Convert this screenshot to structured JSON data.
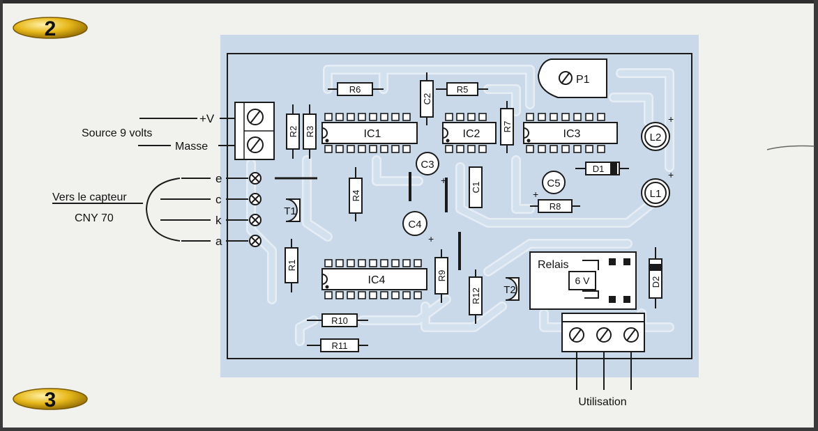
{
  "badges": {
    "step2": "2",
    "step3": "3"
  },
  "labels": {
    "supply": "Source 9 volts",
    "plus_v": "+V",
    "ground": "Masse",
    "sensor_line1": "Vers le capteur",
    "sensor_line2": "CNY 70",
    "pin_e": "e",
    "pin_c": "c",
    "pin_k": "k",
    "pin_a": "a",
    "output": "Utilisation"
  },
  "components": {
    "R1": "R1",
    "R2": "R2",
    "R3": "R3",
    "R4": "R4",
    "R5": "R5",
    "R6": "R6",
    "R7": "R7",
    "R8": "R8",
    "R9": "R9",
    "R10": "R10",
    "R11": "R11",
    "R12": "R12",
    "C1": "C1",
    "C2": "C2",
    "C3": "C3",
    "C4": "C4",
    "C5": "C5",
    "IC1": "IC1",
    "IC2": "IC2",
    "IC3": "IC3",
    "IC4": "IC4",
    "T1": "T1",
    "T2": "T2",
    "D1": "D1",
    "D2": "D2",
    "L1": "L1",
    "L2": "L2",
    "P1": "P1",
    "relay": "Relais",
    "relay_voltage": "6 V",
    "plus": "+"
  },
  "colors": {
    "board": "#c9d9ea",
    "board_edge": "#b9cde2",
    "trace": "#d3e1ef",
    "trace_edge": "#ffffff",
    "ink": "#1a1a1a",
    "badge": "#e7b81a"
  }
}
